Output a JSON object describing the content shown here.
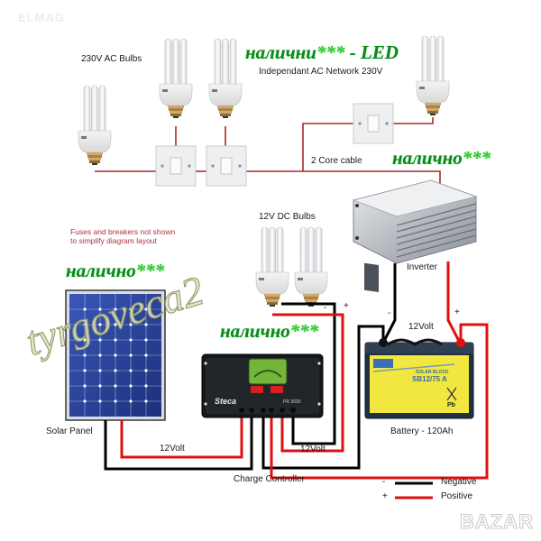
{
  "brand_watermark": "ELMAG",
  "corner_watermark": "BAZAR",
  "seller_watermark": "tyrgoveca2",
  "labels": {
    "ac_bulbs": "230V AC Bulbs",
    "ac_network": "Independant AC Network 230V",
    "core_cable": "2 Core cable",
    "dc_bulbs": "12V DC Bulbs",
    "inverter": "Inverter",
    "solar_panel": "Solar Panel",
    "charge_controller": "Charge Controller",
    "battery": "Battery - 120Ah",
    "volt_panel": "12Volt",
    "volt_load": "12Volt",
    "volt_battery": "12Volt",
    "fuse_note_line1": "Fuses and breakers not shown",
    "fuse_note_line2": "to simplify diagram layout",
    "minus": "-",
    "plus": "+"
  },
  "availability": {
    "led": {
      "text": "налични",
      "stars": "***",
      "suffix": " - LED"
    },
    "inverter": {
      "text": "налично",
      "stars": "***"
    },
    "solar_panel": {
      "text": "налично",
      "stars": "***"
    },
    "charge_controller": {
      "text": "налично",
      "stars": "***"
    }
  },
  "devices": {
    "controller_brand": "Steca",
    "controller_model": "PR 3030",
    "battery_series": "SOLAR BLOCK",
    "battery_model": "SB12/75 A",
    "battery_pb": "Pb"
  },
  "legend": {
    "items": [
      {
        "sign": "-",
        "label": "Negative",
        "color": "#000000"
      },
      {
        "sign": "+",
        "label": "Positive",
        "color": "#e01010"
      }
    ]
  },
  "colors": {
    "ac_wire": "#a52a2a",
    "positive": "#e01010",
    "negative": "#000000",
    "stock_green": "#0a8a1a"
  }
}
